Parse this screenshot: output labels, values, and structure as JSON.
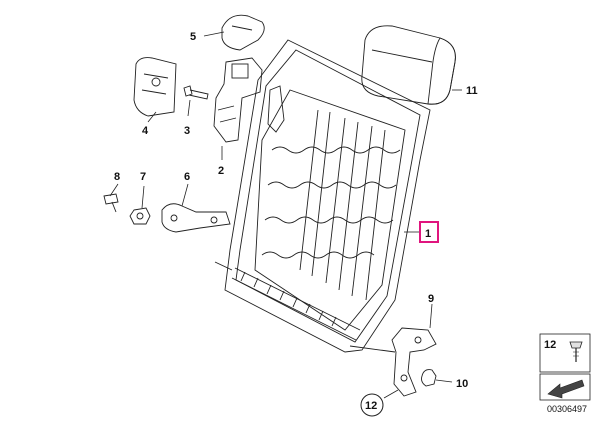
{
  "callouts": {
    "c1": "1",
    "c2": "2",
    "c3": "3",
    "c4": "4",
    "c5": "5",
    "c6": "6",
    "c7": "7",
    "c8": "8",
    "c9": "9",
    "c10": "10",
    "c11": "11",
    "c12": "12"
  },
  "legend": {
    "number": "12",
    "diagram_id": "00306497"
  },
  "colors": {
    "highlight": "#e0157e",
    "line": "#222222",
    "part_fill": "#f2f2f2",
    "part_shade": "#d6d6d6"
  },
  "icons": [
    "screw-icon",
    "arrow-icon"
  ]
}
